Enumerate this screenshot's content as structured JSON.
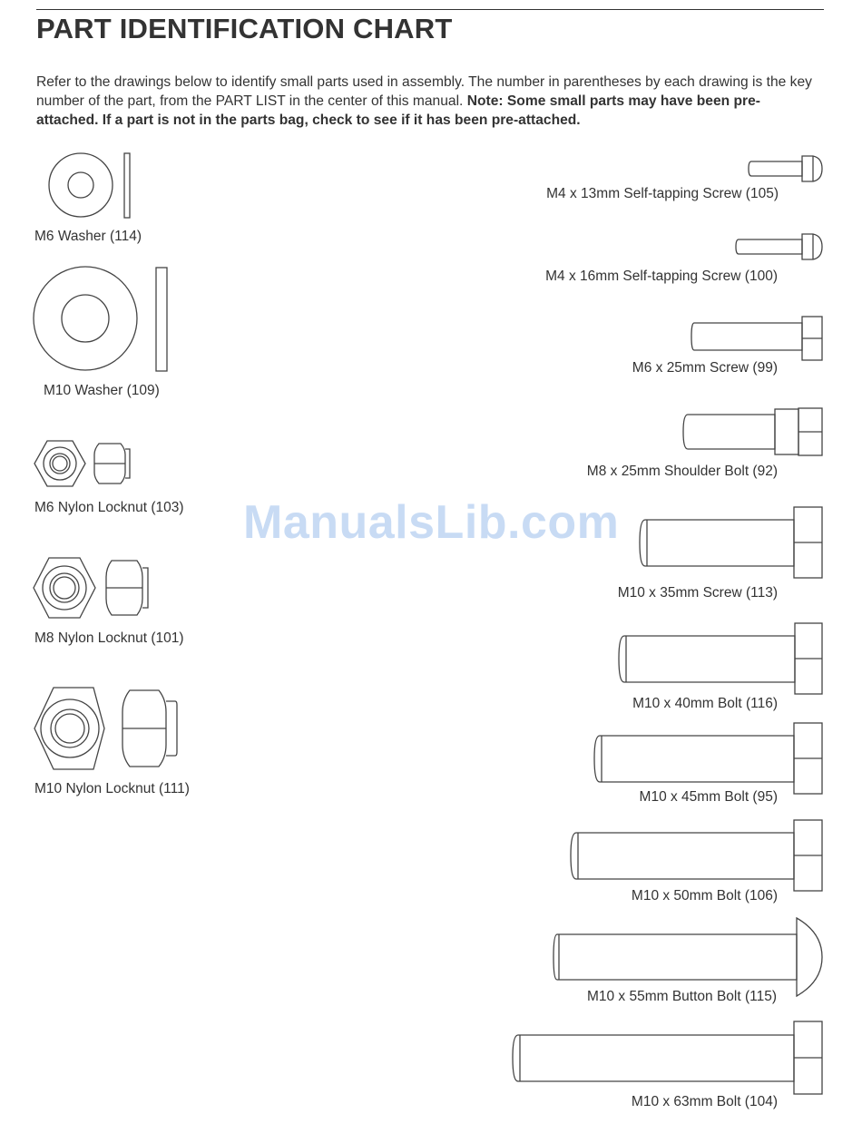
{
  "header": {
    "title": "PART IDENTIFICATION CHART",
    "intro_text": "Refer to the drawings below to identify small parts used in assembly. The number in parentheses by each drawing is the key number of the part, from the PART LIST in the center of this manual.",
    "intro_note": "Note: Some small parts may have been pre-attached. If a part is not in the parts bag, check to see if it has been pre-attached."
  },
  "left_parts": [
    {
      "label": "M6 Washer (114)",
      "icon": "washer-icon"
    },
    {
      "label": "M10 Washer (109)",
      "icon": "washer-icon"
    },
    {
      "label": "M6 Nylon Locknut (103)",
      "icon": "locknut-icon"
    },
    {
      "label": "M8 Nylon Locknut (101)",
      "icon": "locknut-icon"
    },
    {
      "label": "M10 Nylon Locknut (111)",
      "icon": "locknut-icon"
    }
  ],
  "right_parts": [
    {
      "label": "M4 x 13mm Self-tapping Screw (105)",
      "icon": "screw-icon"
    },
    {
      "label": "M4 x 16mm Self-tapping Screw (100)",
      "icon": "screw-icon"
    },
    {
      "label": "M6 x 25mm Screw (99)",
      "icon": "screw-icon"
    },
    {
      "label": "M8 x 25mm Shoulder Bolt (92)",
      "icon": "bolt-icon"
    },
    {
      "label": "M10 x 35mm Screw (113)",
      "icon": "screw-icon"
    },
    {
      "label": "M10 x 40mm Bolt (116)",
      "icon": "bolt-icon"
    },
    {
      "label": "M10 x 45mm Bolt (95)",
      "icon": "bolt-icon"
    },
    {
      "label": "M10 x 50mm Bolt (106)",
      "icon": "bolt-icon"
    },
    {
      "label": "M10 x 55mm Button Bolt (115)",
      "icon": "button-bolt-icon"
    },
    {
      "label": "M10 x 63mm Bolt (104)",
      "icon": "bolt-icon"
    }
  ],
  "watermark": "ManualsLib.com"
}
